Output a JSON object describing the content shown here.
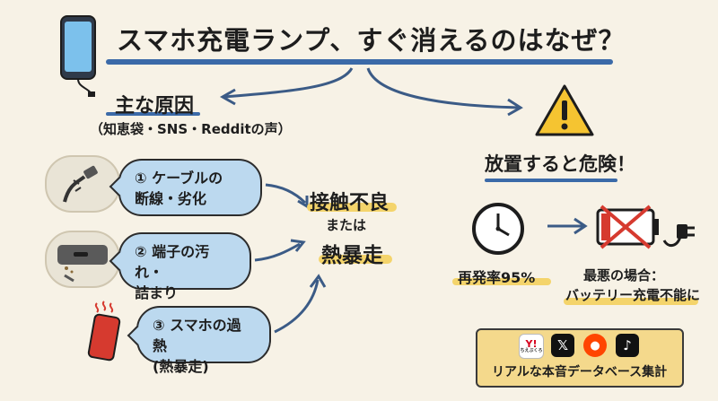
{
  "title": "スマホ充電ランプ、すぐ消えるのはなぜ？",
  "left": {
    "heading": "主な原因",
    "subheading": "（知恵袋・SNS・Redditの声）",
    "causes": [
      {
        "line1": "① ケーブルの",
        "line2": "断線・劣化"
      },
      {
        "line1": "② 端子の汚れ・",
        "line2": "詰まり"
      },
      {
        "line1": "③ スマホの過熱",
        "line2": "(熱暴走)"
      }
    ]
  },
  "center": {
    "line1": "接触不良",
    "line2": "または",
    "line3": "熱暴走"
  },
  "right": {
    "heading": "放置すると危険！",
    "rate": "再発率95%",
    "worst_line1": "最悪の場合：",
    "worst_line2": "バッテリー充電不能に"
  },
  "source": {
    "yahoo_sub": "ちえぶくろ",
    "label": "リアルな本音データベース集計"
  },
  "colors": {
    "bubble": "#bcd9ef",
    "accent_line": "#3b6aa8",
    "highlight": "#f4d46b",
    "warning": "#f5c431",
    "danger": "#d63a2f"
  }
}
